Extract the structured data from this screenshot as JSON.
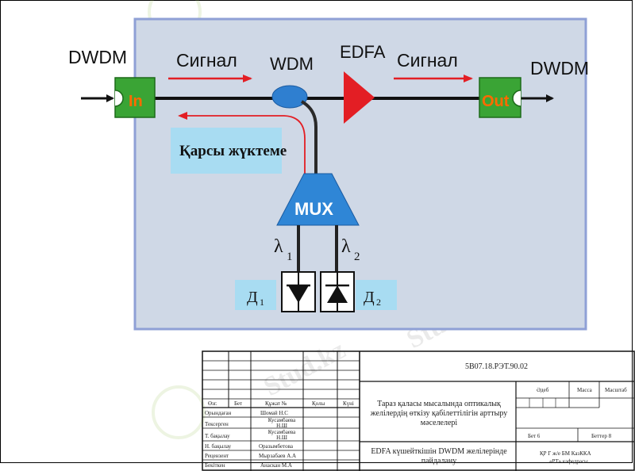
{
  "diagram": {
    "dwdm_left": "DWDM",
    "dwdm_right": "DWDM",
    "port_in": "In",
    "port_out": "Out",
    "signal_left": "Сигнал",
    "signal_right": "Сигнал",
    "wdm": "WDM",
    "edfa": "EDFA",
    "counter_load": "Қарсы жүктеме",
    "mux": "MUX",
    "lambda1": "λ1",
    "lambda2": "λ2",
    "d1": "Д1",
    "d2": "Д2",
    "colors": {
      "panel": "#cfd8e6",
      "panel_border": "#8fa0d6",
      "port_green": "#3aa435",
      "port_text": "#ff6a00",
      "red": "#e31e24",
      "wdm_blue": "#2f7fd0",
      "mux_blue": "#2f86d6",
      "label_box": "#a8dcf2"
    }
  },
  "watermark": "Stud.kz",
  "title_block": {
    "doc_code": "5В07.18.РЭТ.90.02",
    "title_main": "Тараз қаласы мысалында оптикалық желілердің өткізу қабілеттілігін арттыру мәселелері",
    "title_sub": "EDFA күшейткішін DWDM желілерінде пайдалану",
    "col_edeb": "Әдеб",
    "col_massa": "Масса",
    "col_masshtab": "Масштаб",
    "sheet": "Бет 6",
    "sheets": "Беттер 8",
    "org_line1": "ҚР Г ж/е БМ КазККА",
    "org_line2": "«РТ» кафедрасы",
    "header_row": {
      "c1": "Өзг.",
      "c2": "Бет",
      "c3": "Құжат №",
      "c4": "Қолы",
      "c5": "Күні"
    },
    "roles": [
      {
        "role": "Орындаған",
        "name": "Шомай Н.С"
      },
      {
        "role": "Тексерген",
        "name": "Кусамбаева Н.Ш"
      },
      {
        "role": "Т. бақылау",
        "name": "Кусамбаева Н.Ш"
      },
      {
        "role": "Н. бақылау",
        "name": "Оразымбетова"
      },
      {
        "role": "Рецензент",
        "name": "Мырзабаев А.А"
      },
      {
        "role": "Бекіткен",
        "name": "Анаскан М.А"
      }
    ]
  }
}
